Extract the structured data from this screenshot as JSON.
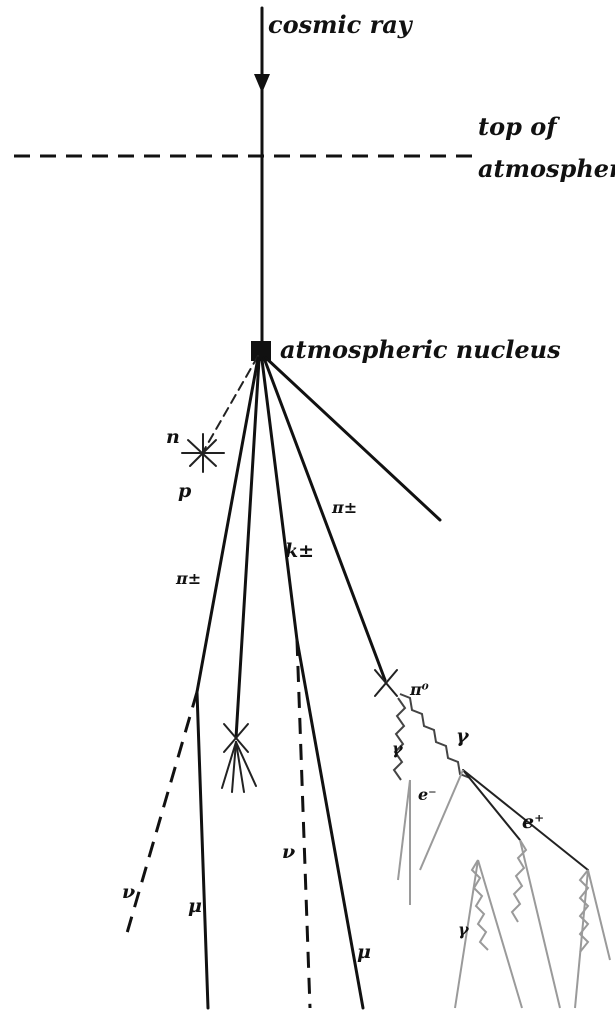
{
  "labels": {
    "cosmic_ray": "cosmic ray",
    "top_of_atmosphere_line1": "top of",
    "top_of_atmosphere_line2": "atmosphere",
    "atmospheric_nucleus": "atmospheric nucleus",
    "neutron": "n",
    "proton": "p",
    "charged_pion_left": "π±",
    "charged_kaon": "k±",
    "charged_pion_right": "π±",
    "neutral_pion": "π⁰",
    "gamma_left": "γ",
    "gamma_right": "γ",
    "electron_left": "e⁻",
    "positron": "e⁺",
    "gamma_bottom": "γ",
    "neutrino_left": "ν",
    "neutrino_center": "ν",
    "muon_left": "μ",
    "muon_right": "μ"
  }
}
